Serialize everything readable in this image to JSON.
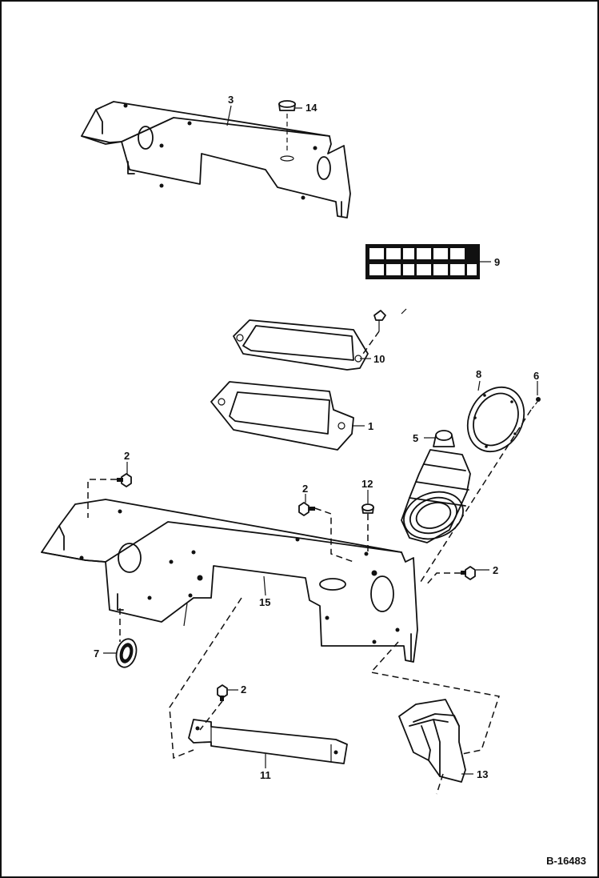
{
  "document_id": "B-16483",
  "callouts": {
    "c3": "3",
    "c14": "14",
    "c9": "9",
    "c10": "10",
    "c1": "1",
    "c8": "8",
    "c6": "6",
    "c5": "5",
    "c2a": "2",
    "c2b": "2",
    "c12": "12",
    "c2c": "2",
    "c15": "15",
    "c7": "7",
    "c2d": "2",
    "c11": "11",
    "c13": "13"
  }
}
